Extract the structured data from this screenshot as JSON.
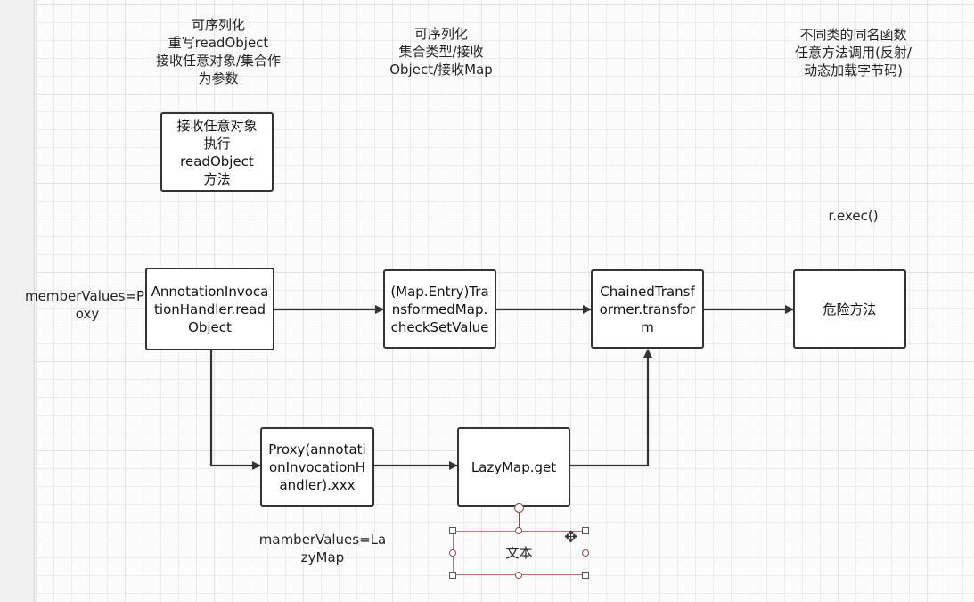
{
  "column_headers": [
    "可序列化\n重写readObject\n接收任意对象/集合作\n为参数",
    "可序列化\n集合类型/接收\nObject/接收Map",
    "不同类的同名函数\n任意方法调用(反射/\n动态加载字节码)"
  ],
  "note_box": "接收任意对象\n执行\nreadObject\n方法",
  "exec_label": "r.exec()",
  "member_values_proxy": "memberValues=Pr\noxy",
  "member_values_lazymap": "mamberValues=La\nzyMap",
  "nodes": {
    "annotation": "AnnotationInvocationHandler.readObject",
    "transformed_map": "(Map.Entry)TransformedMap.checkSetValue",
    "chained": "ChainedTransformer.transform",
    "danger": "危险方法",
    "proxy": "Proxy(annotationInvocationHandler).xxx",
    "lazymap": "LazyMap.get"
  },
  "selected_text_box": "文本",
  "icons": {
    "move": "move-cursor-icon",
    "rotate": "rotate-handle-icon"
  },
  "colors": {
    "line": "#333333",
    "selection": "#8a4a4a"
  }
}
